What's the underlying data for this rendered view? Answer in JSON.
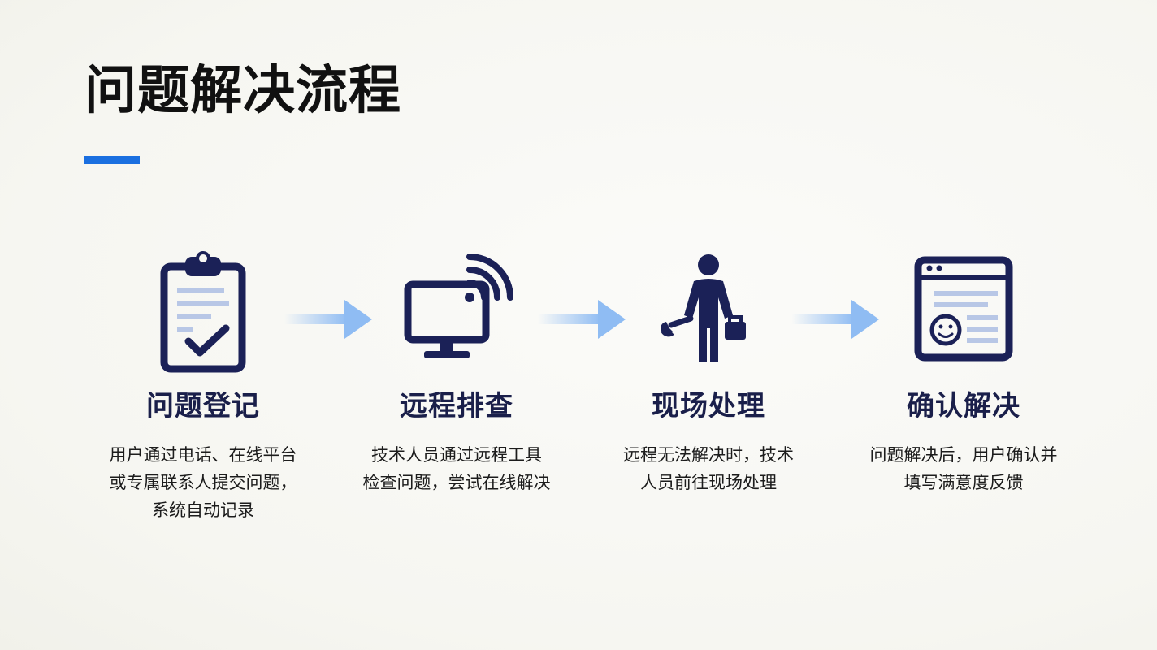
{
  "title": "问题解决流程",
  "colors": {
    "accent": "#1a6fe0",
    "icon": "#1b2157",
    "arrow": "#8fbcf3",
    "step_title": "#1a1f4a"
  },
  "steps": [
    {
      "icon": "clipboard-check-icon",
      "title": "问题登记",
      "desc": "用户通过电话、在线平台\n或专属联系人提交问题，\n系统自动记录"
    },
    {
      "icon": "monitor-wifi-icon",
      "title": "远程排查",
      "desc": "技术人员通过远程工具\n检查问题，尝试在线解决"
    },
    {
      "icon": "technician-icon",
      "title": "现场处理",
      "desc": "远程无法解决时，技术\n人员前往现场处理"
    },
    {
      "icon": "feedback-form-icon",
      "title": "确认解决",
      "desc": "问题解决后，用户确认并\n填写满意度反馈"
    }
  ]
}
